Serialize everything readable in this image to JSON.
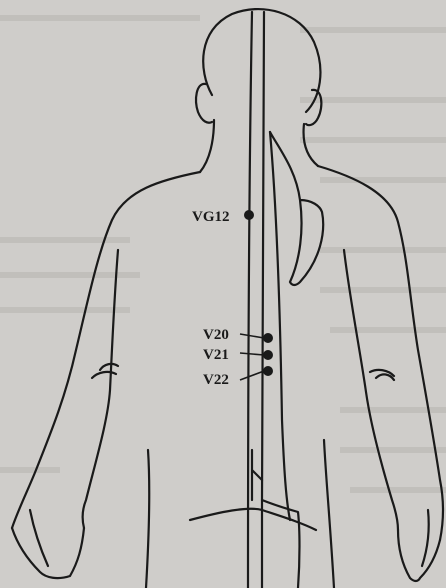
{
  "points": [
    {
      "id": "vg12",
      "label": "VG12"
    },
    {
      "id": "v20",
      "label": "V20"
    },
    {
      "id": "v21",
      "label": "V21"
    },
    {
      "id": "v22",
      "label": "V22"
    }
  ],
  "colors": {
    "paper": "#cfcdca",
    "ink": "#1a1a1a",
    "bleed_text": "#b7b4b0"
  }
}
